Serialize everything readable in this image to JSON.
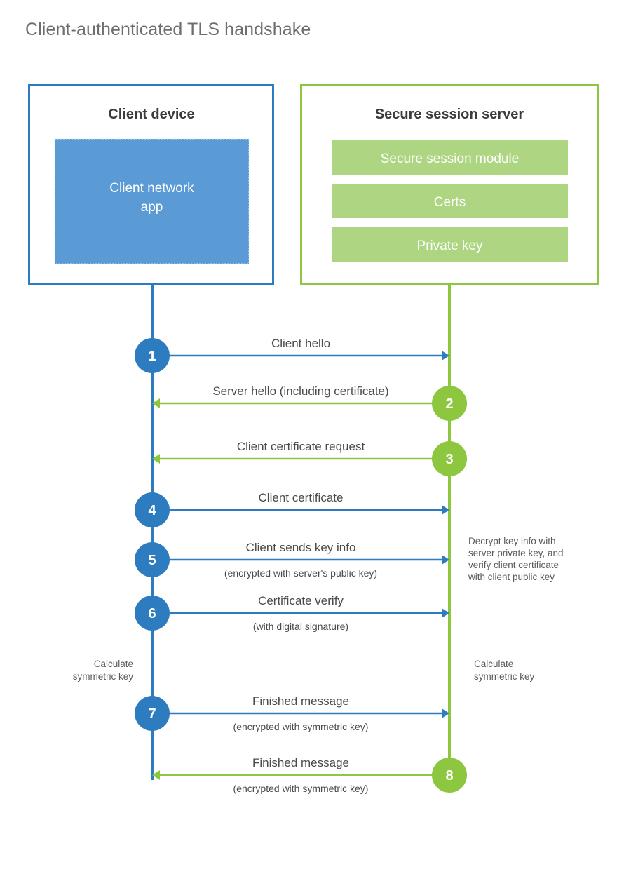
{
  "page": {
    "title": "Client-authenticated TLS handshake",
    "background": "#ffffff"
  },
  "colors": {
    "client_blue": "#2e7cc0",
    "client_fill_blue": "#5b9bd5",
    "server_green": "#8dc63f",
    "server_fill_green": "#aed581",
    "title_gray": "#6b6f72",
    "text_gray": "#4a4a4a"
  },
  "actors": {
    "client": {
      "title": "Client device",
      "inner_items": [
        {
          "label": "Client network app"
        }
      ]
    },
    "server": {
      "title": "Secure session server",
      "inner_items": [
        {
          "label": "Secure session module"
        },
        {
          "label": "Certs"
        },
        {
          "label": "Private key"
        }
      ]
    }
  },
  "steps": [
    {
      "number": "1",
      "label": "Client hello",
      "sublabel": "",
      "direction": "client-to-server",
      "origin": "client"
    },
    {
      "number": "2",
      "label": "Server hello (including certificate)",
      "sublabel": "",
      "direction": "server-to-client",
      "origin": "server"
    },
    {
      "number": "3",
      "label": "Client certificate request",
      "sublabel": "",
      "direction": "server-to-client",
      "origin": "server"
    },
    {
      "number": "4",
      "label": "Client certificate",
      "sublabel": "",
      "direction": "client-to-server",
      "origin": "client"
    },
    {
      "number": "5",
      "label": "Client sends key info",
      "sublabel": "(encrypted with server's public key)",
      "direction": "client-to-server",
      "origin": "client"
    },
    {
      "number": "6",
      "label": "Certificate verify",
      "sublabel": "(with digital signature)",
      "direction": "client-to-server",
      "origin": "client"
    },
    {
      "number": "7",
      "label": "Finished message",
      "sublabel": "(encrypted with symmetric key)",
      "direction": "client-to-server",
      "origin": "client"
    },
    {
      "number": "8",
      "label": "Finished message",
      "sublabel": "(encrypted with symmetric key)",
      "direction": "server-to-client",
      "origin": "server"
    }
  ],
  "annotations": {
    "server_decrypt": [
      "Decrypt key info with",
      "server private key, and",
      "verify client certificate",
      "with client public key"
    ],
    "client_calculate": [
      "Calculate",
      "symmetric key"
    ],
    "server_calculate": [
      "Calculate",
      "symmetric key"
    ]
  }
}
